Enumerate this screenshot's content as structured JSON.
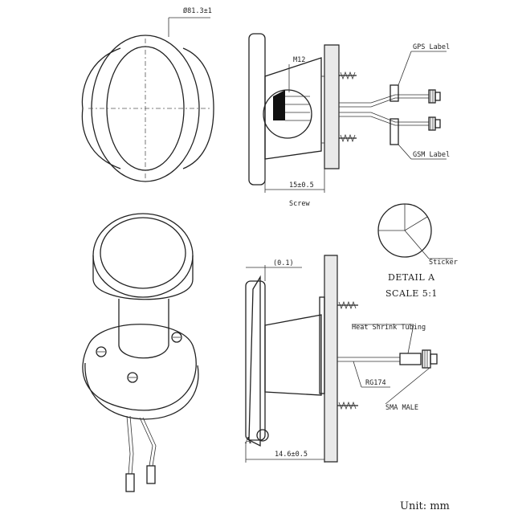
{
  "labels": {
    "diameter": "Ø81.3±1",
    "thread": "M12",
    "gps_label": "GPS Label",
    "gsm_label": "GSM Label",
    "screw_dim": "15±0.5",
    "screw": "Screw",
    "sticker": "Sticker",
    "detail_title": "DETAIL A",
    "detail_scale": "SCALE 5:1",
    "gap_dim": "(0.1)",
    "heat_shrink": "Heat Shrink Tubing",
    "cable": "RG174",
    "connector": "SMA MALE",
    "detail_marker": "A",
    "base_dim": "14.6±0.5",
    "unit": "Unit: mm"
  }
}
